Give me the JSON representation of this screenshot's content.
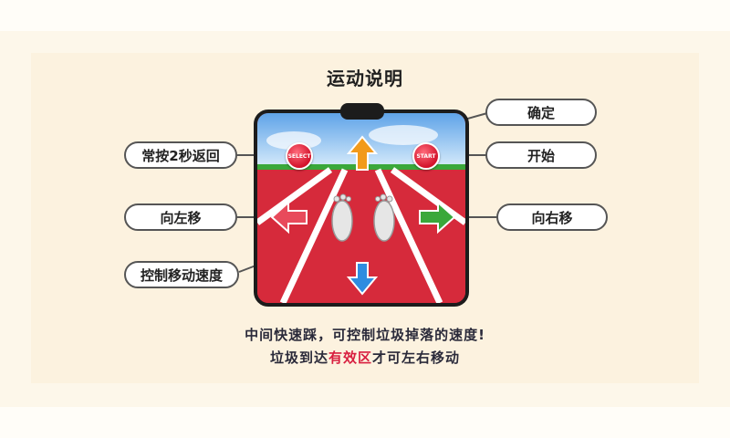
{
  "title": "运动说明",
  "labels": {
    "confirm": "确定",
    "start": "开始",
    "hold_back": "常按2秒返回",
    "move_left": "向左移",
    "move_right": "向右移",
    "speed": "控制移动速度"
  },
  "mat_buttons": {
    "select": "SELECT",
    "start": "START"
  },
  "footer": {
    "line1": "中间快速踩，可控制垃圾掉落的速度!",
    "line2_pre": "垃圾到达",
    "line2_highlight": "有效区",
    "line2_post": "才可左右移动"
  },
  "colors": {
    "track": "#d62a3b",
    "highlight": "#d81e3f",
    "up_arrow": "#f29a1a",
    "left_arrow": "#e84a5b",
    "right_arrow": "#3aa83a",
    "down_arrow": "#2e8ce0"
  },
  "icons": [
    "up-arrow-icon",
    "down-arrow-icon",
    "left-arrow-icon",
    "right-arrow-icon",
    "left-foot-icon",
    "right-foot-icon"
  ]
}
